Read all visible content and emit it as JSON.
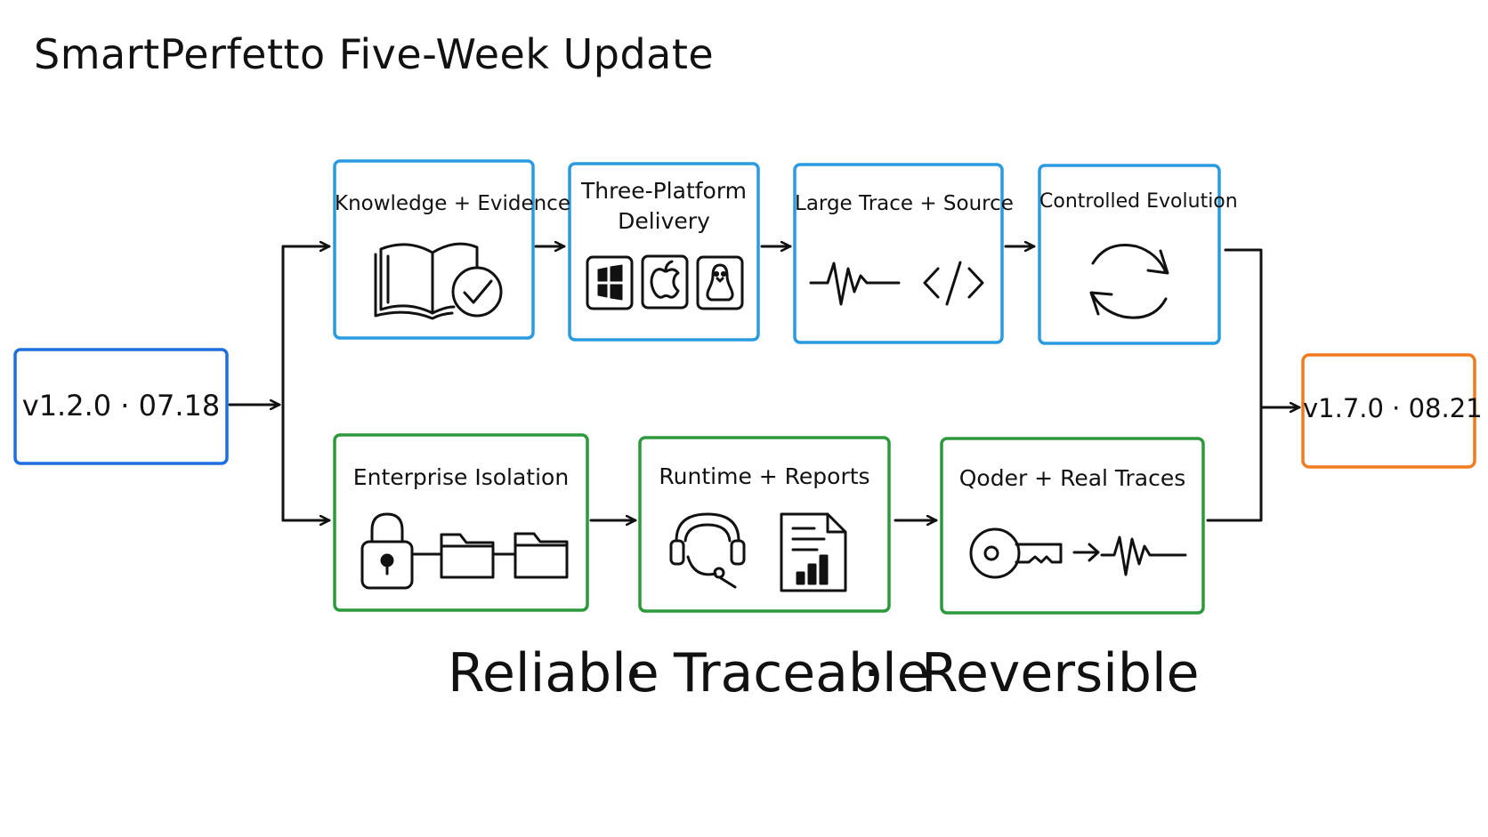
{
  "title": "SmartPerfetto Five-Week Update",
  "colors": {
    "start_version": "#1f6fe0",
    "end_version": "#f07a1e",
    "top_track": "#2a9be0",
    "bottom_track": "#2c9a3a",
    "ink": "#111111"
  },
  "start_version": "v1.2.0 · 07.18",
  "end_version": "v1.7.0 · 08.21",
  "top_track": [
    {
      "label": "Knowledge + Evidence",
      "icons": [
        "open-book-icon",
        "check-circle-icon"
      ]
    },
    {
      "label": "Three-Platform Delivery",
      "icons": [
        "windows-icon",
        "apple-icon",
        "linux-icon"
      ]
    },
    {
      "label": "Large Trace + Source",
      "icons": [
        "waveform-icon",
        "code-icon"
      ]
    },
    {
      "label": "Controlled Evolution",
      "icons": [
        "refresh-icon"
      ]
    }
  ],
  "bottom_track": [
    {
      "label": "Enterprise Isolation",
      "icons": [
        "padlock-icon",
        "folder-icon",
        "folder-icon"
      ]
    },
    {
      "label": "Runtime + Reports",
      "icons": [
        "headset-icon",
        "report-chart-icon"
      ]
    },
    {
      "label": "Qoder + Real Traces",
      "icons": [
        "key-icon",
        "arrow-right-icon",
        "waveform-icon"
      ]
    }
  ],
  "footer": {
    "items": [
      "Reliable",
      "Traceable",
      "Reversible"
    ],
    "separator": "·"
  }
}
